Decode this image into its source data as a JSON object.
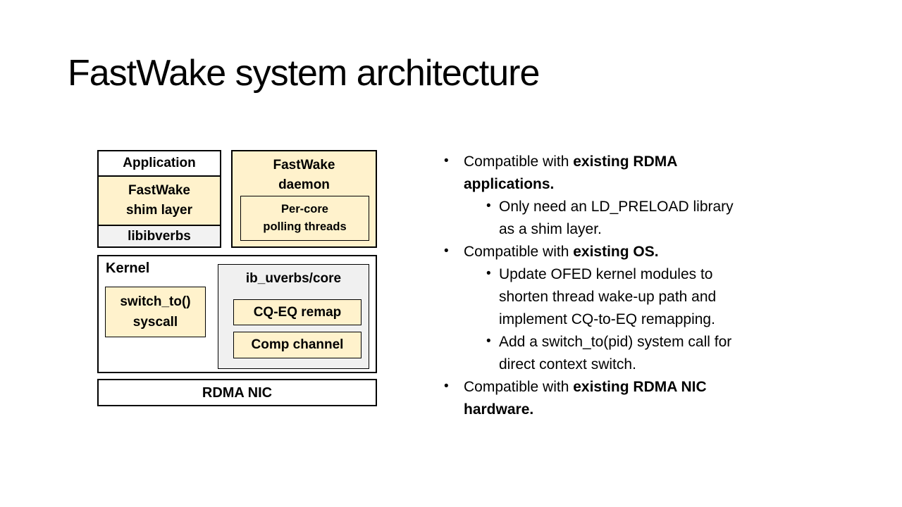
{
  "title": "FastWake system architecture",
  "colors": {
    "highlight_fill": "#FFF2CC",
    "gray_fill": "#F2F2F2",
    "inner_gray_fill": "#F0F0F0",
    "border": "#000000",
    "background": "#FFFFFF",
    "text": "#000000"
  },
  "diagram": {
    "app_stack": {
      "layers": [
        {
          "label": "Application",
          "fill": "#FFFFFF"
        },
        {
          "label": "FastWake shim layer",
          "fill": "#FFF2CC"
        },
        {
          "label": "libibverbs",
          "fill": "#F2F2F2"
        }
      ]
    },
    "daemon": {
      "label": "FastWake daemon",
      "inner_label": "Per-core polling threads"
    },
    "kernel": {
      "label": "Kernel",
      "switch_label": "switch_to() syscall",
      "uverbs": {
        "label": "ib_uverbs/core",
        "items": [
          "CQ-EQ remap",
          "Comp channel"
        ]
      }
    },
    "rdma": {
      "label": "RDMA NIC"
    }
  },
  "bullets": [
    {
      "level": 1,
      "runs": [
        {
          "text": "Compatible with ",
          "bold": false
        },
        {
          "text": "existing RDMA applications.",
          "bold": true
        }
      ]
    },
    {
      "level": 2,
      "runs": [
        {
          "text": "Only need an LD_PRELOAD library as a shim layer.",
          "bold": false
        }
      ]
    },
    {
      "level": 1,
      "runs": [
        {
          "text": "Compatible with ",
          "bold": false
        },
        {
          "text": "existing OS.",
          "bold": true
        }
      ]
    },
    {
      "level": 2,
      "runs": [
        {
          "text": "Update OFED kernel modules to shorten thread wake-up path and implement CQ-to-EQ remapping.",
          "bold": false
        }
      ]
    },
    {
      "level": 2,
      "runs": [
        {
          "text": "Add a switch_to(pid) system call for direct context switch.",
          "bold": false
        }
      ]
    },
    {
      "level": 1,
      "runs": [
        {
          "text": "Compatible with ",
          "bold": false
        },
        {
          "text": "existing RDMA NIC hardware.",
          "bold": true
        }
      ]
    }
  ]
}
